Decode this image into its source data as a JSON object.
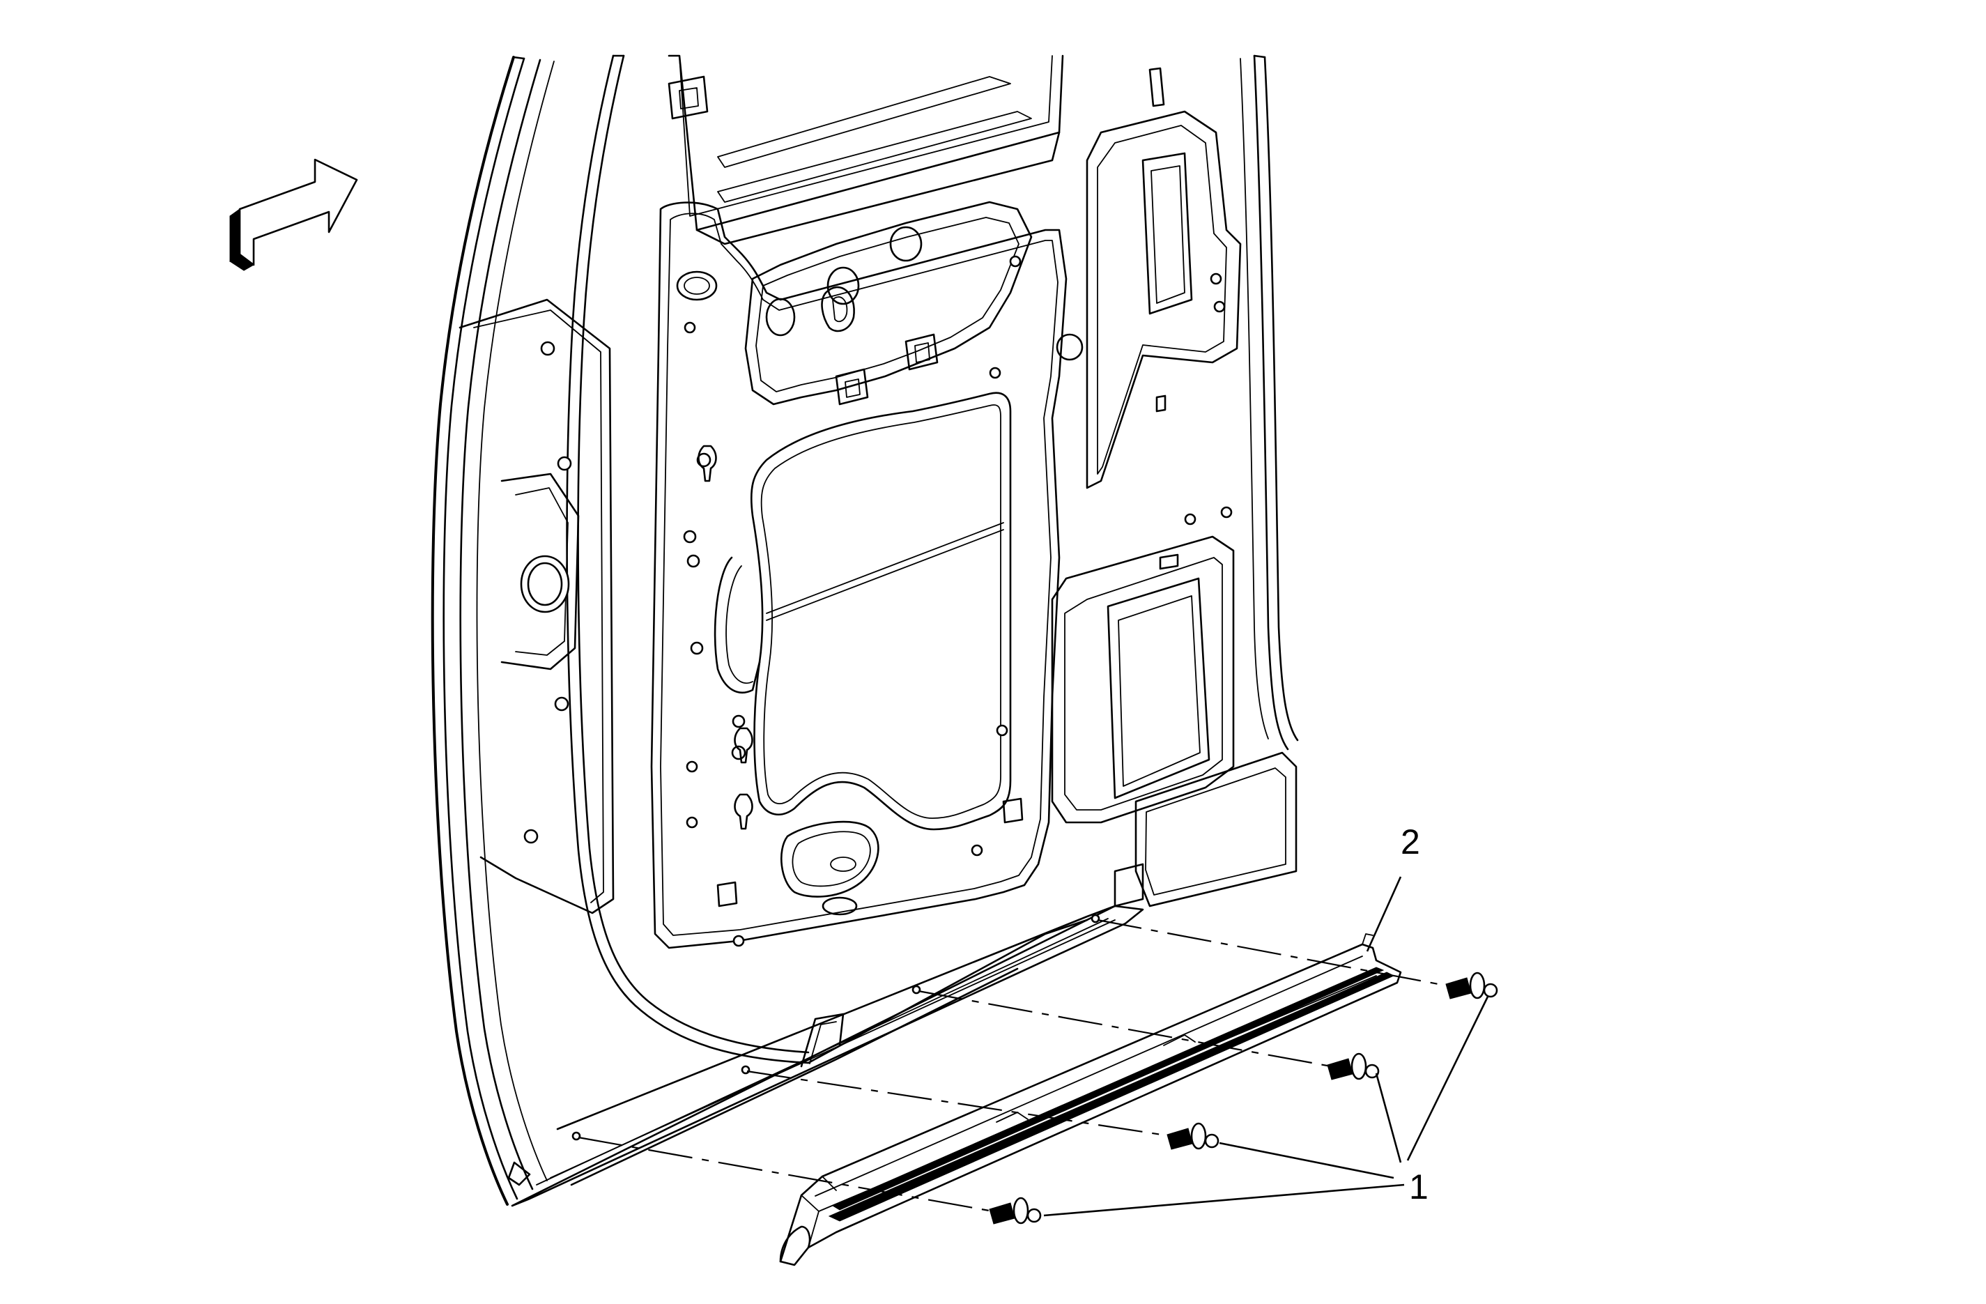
{
  "diagram": {
    "callouts": [
      {
        "id": "fasteners",
        "label": "1"
      },
      {
        "id": "sill-plate",
        "label": "2"
      }
    ],
    "icons": {
      "direction": "arrow-icon"
    }
  }
}
